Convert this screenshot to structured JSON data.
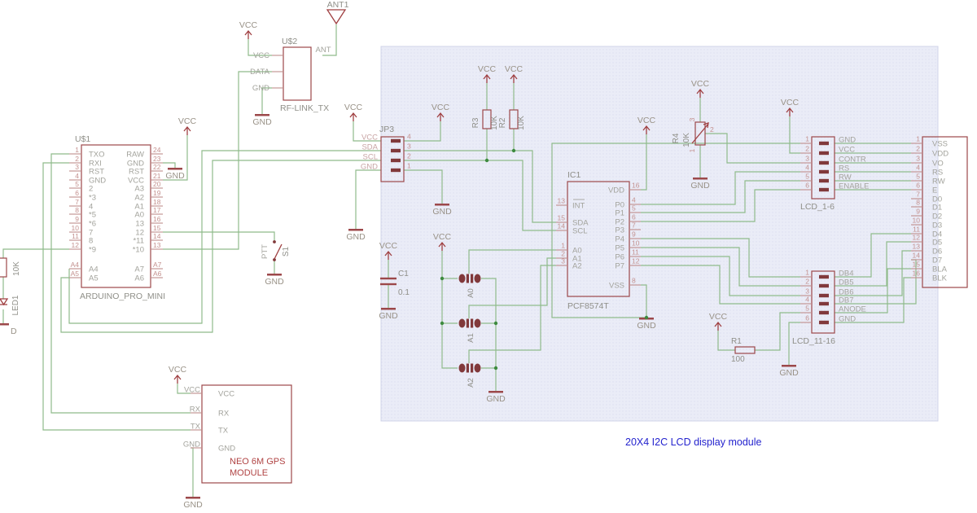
{
  "power": {
    "vcc": "VCC",
    "gnd": "GND",
    "gnd_clipped": "D"
  },
  "caption": "20X4 I2C LCD display module",
  "components": {
    "arduino": {
      "ref": "U$1",
      "name": "ARDUINO_PRO_MINI",
      "left_pins": [
        {
          "n": "1",
          "l": "TXO"
        },
        {
          "n": "2",
          "l": "RXI"
        },
        {
          "n": "3",
          "l": "RST"
        },
        {
          "n": "4",
          "l": "GND"
        },
        {
          "n": "5",
          "l": "2"
        },
        {
          "n": "6",
          "l": "*3"
        },
        {
          "n": "7",
          "l": "4"
        },
        {
          "n": "8",
          "l": "*5"
        },
        {
          "n": "9",
          "l": "*6"
        },
        {
          "n": "10",
          "l": "7"
        },
        {
          "n": "11",
          "l": "8"
        },
        {
          "n": "12",
          "l": "*9"
        },
        {
          "n": "A4",
          "l": "A4"
        },
        {
          "n": "A5",
          "l": "A5"
        }
      ],
      "right_pins": [
        {
          "n": "24",
          "l": "RAW"
        },
        {
          "n": "23",
          "l": "GND"
        },
        {
          "n": "22",
          "l": "RST"
        },
        {
          "n": "21",
          "l": "VCC"
        },
        {
          "n": "20",
          "l": "A3"
        },
        {
          "n": "19",
          "l": "A2"
        },
        {
          "n": "18",
          "l": "A1"
        },
        {
          "n": "17",
          "l": "A0"
        },
        {
          "n": "16",
          "l": "13"
        },
        {
          "n": "15",
          "l": "12"
        },
        {
          "n": "14",
          "l": "*11"
        },
        {
          "n": "13",
          "l": "*10"
        },
        {
          "n": "A7",
          "l": "A7"
        },
        {
          "n": "A6",
          "l": "A6"
        }
      ]
    },
    "rf": {
      "ref": "U$2",
      "name": "RF-LINK_TX",
      "pins": [
        "VCC",
        "DATA",
        "GND"
      ],
      "ant_pin": "ANT"
    },
    "antenna": {
      "ref": "ANT1"
    },
    "jp3": {
      "ref": "JP3",
      "pins": [
        {
          "n": "4",
          "l": "VCC"
        },
        {
          "n": "3",
          "l": "SDA"
        },
        {
          "n": "2",
          "l": "SCL"
        },
        {
          "n": "1",
          "l": "GND"
        }
      ]
    },
    "r3": {
      "ref": "R3",
      "value": "10K"
    },
    "r2": {
      "ref": "R2",
      "value": "10K"
    },
    "r4": {
      "ref": "R4",
      "value": "10K",
      "pin1": "1",
      "pin2": "2",
      "pin3": "3"
    },
    "r1": {
      "ref": "R1",
      "value": "100"
    },
    "c1": {
      "ref": "C1",
      "value": "0.1"
    },
    "s1": {
      "ref": "S1",
      "net": "PTT"
    },
    "jumpers": {
      "a0": "A0",
      "a1": "A1",
      "a2": "A2"
    },
    "ic1": {
      "ref": "IC1",
      "name": "PCF8574T",
      "left_pins": [
        {
          "n": "13",
          "l": "INT"
        },
        {
          "n": "15",
          "l": "SDA"
        },
        {
          "n": "14",
          "l": "SCL"
        },
        {
          "n": "1",
          "l": "A0"
        },
        {
          "n": "2",
          "l": "A1"
        },
        {
          "n": "3",
          "l": "A2"
        }
      ],
      "right_pins": [
        {
          "n": "16",
          "l": "VDD"
        },
        {
          "n": "4",
          "l": "P0"
        },
        {
          "n": "5",
          "l": "P1"
        },
        {
          "n": "6",
          "l": "P2"
        },
        {
          "n": "7",
          "l": "P3"
        },
        {
          "n": "9",
          "l": "P4"
        },
        {
          "n": "10",
          "l": "P5"
        },
        {
          "n": "11",
          "l": "P6"
        },
        {
          "n": "12",
          "l": "P7"
        },
        {
          "n": "8",
          "l": "VSS"
        }
      ]
    },
    "lcd_1_6": {
      "ref": "LCD_1-6",
      "pins": [
        {
          "n": "1",
          "l": "GND"
        },
        {
          "n": "2",
          "l": "VCC"
        },
        {
          "n": "3",
          "l": "CONTR"
        },
        {
          "n": "4",
          "l": "RS"
        },
        {
          "n": "5",
          "l": "RW"
        },
        {
          "n": "6",
          "l": "ENABLE"
        }
      ]
    },
    "lcd_11_16": {
      "ref": "LCD_11-16",
      "pins": [
        {
          "n": "1",
          "l": "DB4"
        },
        {
          "n": "2",
          "l": "DB5"
        },
        {
          "n": "3",
          "l": "DB6"
        },
        {
          "n": "4",
          "l": "DB7"
        },
        {
          "n": "5",
          "l": "ANODE"
        },
        {
          "n": "6",
          "l": "GND"
        }
      ]
    },
    "lcd": {
      "pins": [
        {
          "n": "1",
          "l": "VSS"
        },
        {
          "n": "2",
          "l": "VDD"
        },
        {
          "n": "3",
          "l": "VO"
        },
        {
          "n": "4",
          "l": "RS"
        },
        {
          "n": "5",
          "l": "RW"
        },
        {
          "n": "6",
          "l": "E"
        },
        {
          "n": "7",
          "l": "D0"
        },
        {
          "n": "8",
          "l": "D1"
        },
        {
          "n": "9",
          "l": "D2"
        },
        {
          "n": "10",
          "l": "D3"
        },
        {
          "n": "11",
          "l": "D4"
        },
        {
          "n": "12",
          "l": "D5"
        },
        {
          "n": "13",
          "l": "D6"
        },
        {
          "n": "14",
          "l": "D7"
        },
        {
          "n": "15",
          "l": "BLA"
        },
        {
          "n": "16",
          "l": "BLK"
        }
      ]
    },
    "gps": {
      "name1": "NEO 6M GPS",
      "name2": "MODULE",
      "pins": [
        "VCC",
        "RX",
        "TX",
        "GND"
      ]
    },
    "r_left": {
      "value": "10K"
    },
    "led": {
      "ref": "LED1"
    }
  }
}
